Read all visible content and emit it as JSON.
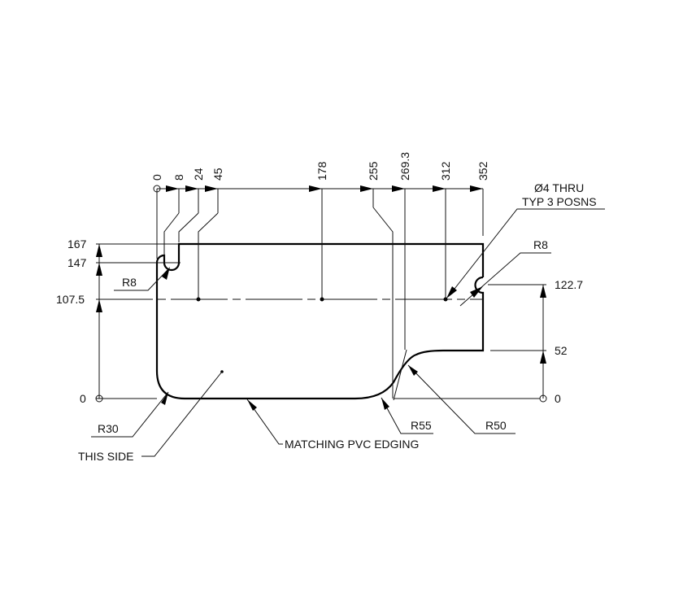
{
  "drawing": {
    "colors": {
      "line": "#000000",
      "background": "#ffffff"
    },
    "x_ordinates": [
      "0",
      "8",
      "24",
      "45",
      "178",
      "255",
      "269.3",
      "312",
      "352"
    ],
    "y_ordinates_left": [
      "167",
      "147",
      "107.5",
      "0"
    ],
    "y_ordinates_right": [
      "122.7",
      "52",
      "0"
    ],
    "callouts": {
      "hole_note_line1": "Ø4 THRU",
      "hole_note_line2": "TYP 3 POSNS",
      "r8_left": "R8",
      "r8_right": "R8",
      "r30": "R30",
      "r55": "R55",
      "r50": "R50",
      "this_side": "THIS SIDE",
      "edging": "MATCHING PVC EDGING"
    }
  }
}
